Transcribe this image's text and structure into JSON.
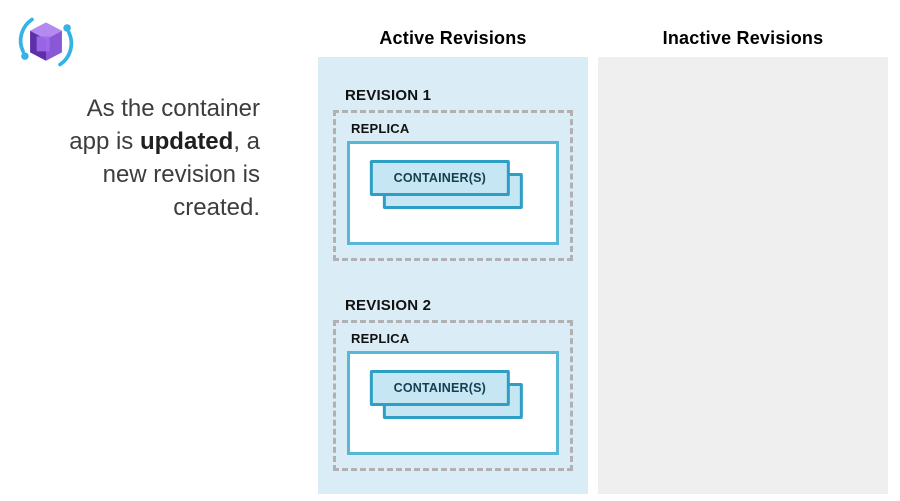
{
  "icons": {
    "logo": "container-apps-icon"
  },
  "intro": {
    "line1": "As the container",
    "line2_pre": "app is ",
    "line2_bold": "updated",
    "line2_post": ", a",
    "line3": "new revision is",
    "line4": "created."
  },
  "columns": {
    "active": {
      "title": "Active Revisions",
      "revisions": [
        {
          "label": "REVISION 1",
          "replica": "REPLICA",
          "container": "CONTAINER(S)"
        },
        {
          "label": "REVISION 2",
          "replica": "REPLICA",
          "container": "CONTAINER(S)"
        }
      ]
    },
    "inactive": {
      "title": "Inactive Revisions",
      "revisions": []
    }
  },
  "colors": {
    "active_panel": "#daecf5",
    "inactive_panel": "#efefef",
    "replica_border": "#57b7d5",
    "container_fill": "#c6e6f3",
    "container_border": "#2d9fc5",
    "dashed_border": "#b1b1b1"
  }
}
